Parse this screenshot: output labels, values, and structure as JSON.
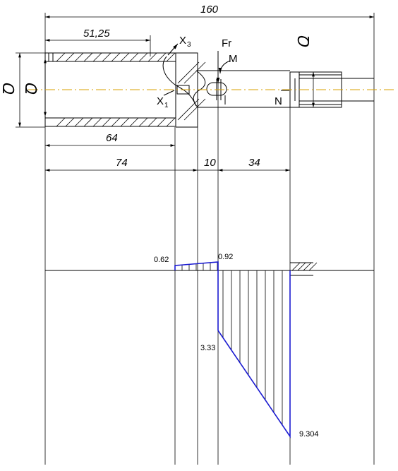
{
  "dimensions": {
    "total": "160",
    "bore_depth": "51,25",
    "bore_length": "64",
    "seg_a": "74",
    "seg_b": "10",
    "seg_c": "34"
  },
  "labels": {
    "fr": "Fr",
    "m": "M",
    "x3": "X",
    "x3_sub": "3",
    "x1": "X",
    "x1_sub": "1",
    "n": "N",
    "section_mark_right": "Ꝺ",
    "section_mark_left_outer": "Ꝺ",
    "section_mark_left_inner": "Ꝺ"
  },
  "diagram_values": {
    "v1": "0.62",
    "v2": "0.92",
    "v3": "3.33",
    "v4": "9.304"
  }
}
